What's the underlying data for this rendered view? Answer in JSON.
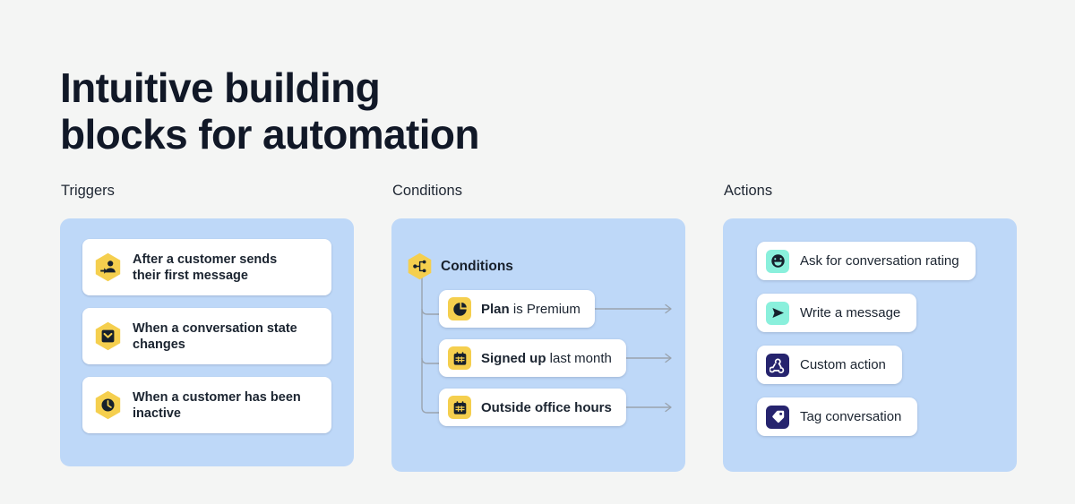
{
  "headline": "Intuitive building\nblocks for automation",
  "theme": {
    "background": "#f4f5f4",
    "panel_blue": "#bed8f8",
    "card_white": "#ffffff",
    "accent_yellow": "#f5cf4e",
    "accent_mint": "#8af0dc",
    "accent_navy": "#26246e",
    "text_dark": "#1b2430",
    "connector_gray": "#9aa3ae"
  },
  "columns": [
    {
      "label": "Triggers",
      "name": "triggers",
      "cards": [
        {
          "icon": "person-arrow-icon",
          "text": "After a customer sends\ntheir first message"
        },
        {
          "icon": "inbox-chevron-icon",
          "text": "When a conversation state\nchanges"
        },
        {
          "icon": "clock-icon",
          "text": "When a customer has been\ninactive"
        }
      ]
    },
    {
      "label": "Conditions",
      "name": "conditions",
      "header": {
        "icon": "branch-icon",
        "text": "Conditions"
      },
      "cards": [
        {
          "icon": "pie-chart-icon",
          "bold": "Plan",
          "rest": " is Premium"
        },
        {
          "icon": "calendar-icon",
          "bold": "Signed up",
          "rest": " last month"
        },
        {
          "icon": "calendar-icon",
          "bold": "Outside office hours",
          "rest": ""
        }
      ]
    },
    {
      "label": "Actions",
      "name": "actions",
      "cards": [
        {
          "icon": "smiley-icon",
          "swatch": "mint",
          "text": "Ask for conversation rating"
        },
        {
          "icon": "send-icon",
          "swatch": "mint",
          "text": "Write a message"
        },
        {
          "icon": "webhook-icon",
          "swatch": "navy",
          "text": "Custom action"
        },
        {
          "icon": "tag-icon",
          "swatch": "navy",
          "text": "Tag conversation"
        }
      ]
    }
  ]
}
